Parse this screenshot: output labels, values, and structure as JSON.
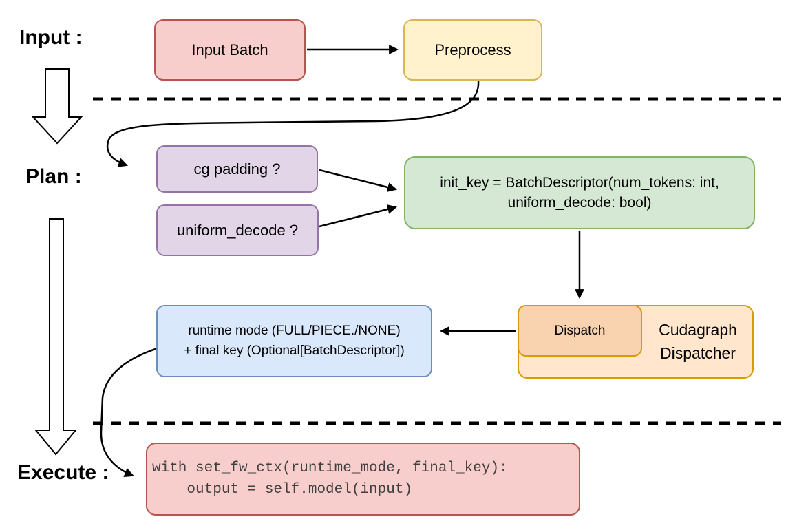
{
  "sections": {
    "input": {
      "label": "Input :"
    },
    "plan": {
      "label": "Plan :"
    },
    "execute": {
      "label": "Execute :"
    }
  },
  "nodes": {
    "input_batch": {
      "label": "Input Batch"
    },
    "preprocess": {
      "label": "Preprocess"
    },
    "cg_padding": {
      "label": "cg padding ?"
    },
    "uniform_decode": {
      "label": "uniform_decode ?"
    },
    "init_key": {
      "line1": "init_key = BatchDescriptor(num_tokens: int,",
      "line2": "uniform_decode: bool)"
    },
    "dispatch": {
      "label": "Dispatch"
    },
    "cudagraph_dispatcher": {
      "line1": "Cudagraph",
      "line2": "Dispatcher"
    },
    "runtime_mode": {
      "line1": "runtime mode (FULL/PIECE./NONE)",
      "line2": "+ final key (Optional[BatchDescriptor])"
    },
    "execute_code": {
      "line1": "with set_fw_ctx(runtime_mode, final_key):",
      "line2": "    output = self.model(input)"
    }
  },
  "colors": {
    "pink_fill": "#F8CECC",
    "pink_stroke": "#B85450",
    "yellow_fill": "#FFF2CC",
    "yellow_stroke": "#D6B656",
    "purple_fill": "#E1D5E7",
    "purple_stroke": "#9673A6",
    "green_fill": "#D5E8D4",
    "green_stroke": "#82B366",
    "blue_fill": "#DAE8FC",
    "blue_stroke": "#6C8EBF",
    "orange_fill": "#FFE6CC",
    "orange_inner_fill": "#F9D2AF",
    "orange_stroke": "#D79B00",
    "line_color": "#000000",
    "code_text": "#404040"
  }
}
